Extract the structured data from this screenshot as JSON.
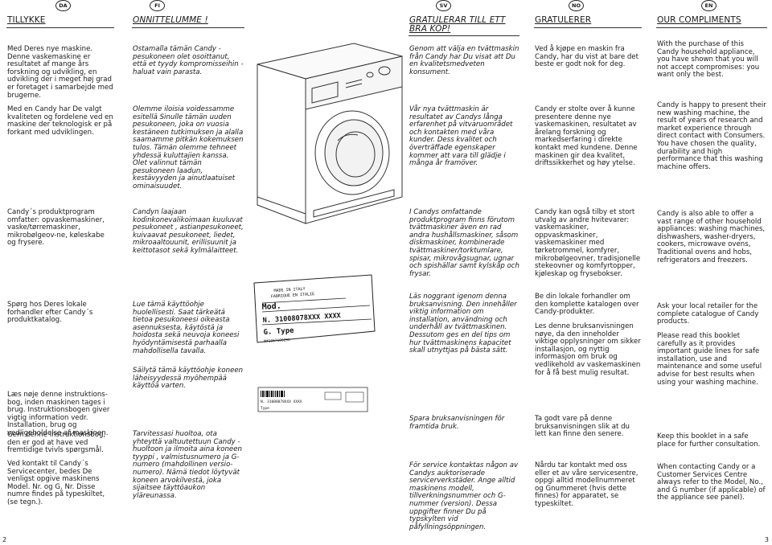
{
  "badges": {
    "da": "DA",
    "fi": "FI",
    "sv": "SV",
    "no": "NO",
    "en": "EN"
  },
  "page_numbers": {
    "left": "2",
    "right": "3"
  },
  "da": {
    "title": "TILLYKKE",
    "p1": "Med Deres nye maskine. Denne vaskemaskine er resultatet af mange års forskning og udvikling, en udvikling der i meget høj grad er foretaget i samarbejde med brugerne.",
    "p2": "Med en Candy har De valgt kvaliteten og fordelene ved en maskine der teknologisk er på forkant med udviklingen.",
    "p3": "Candy´s produktprogram omfatter: opvaskemaskiner, vaske/tørremaskiner, mikrobølgeov-ne, køleskabe og frysere.",
    "p4": "Spørg hos Deres lokale forhandler efter Candy´s produktkatalog.",
    "p5": "Læs nøje denne instruktions-bog, inden maskinen tages i brug. Instruktionsbogen giver vigtig information vedr. Installation, brug og vedligeholdelse af maskinen.",
    "p6": "Gem denne instruktionsbog, den er god at have ved fremtidige tvivls spørgsmål.",
    "p7": "Ved kontakt til Candy´s Servicecenter, bedes De venligst opgive maskinens Model. Nr. og G. Nr. Disse numre findes på typeskiltet, (se tegn.)."
  },
  "fi": {
    "title": "ONNITTELUMME !",
    "p1": "Ostamalla tämän Candy - pesukoneen olet osoittanut, että et tyydy kompromisseihin - haluat vain parasta.",
    "p2": "Olemme iloisia voidessamme esitellä Sinulle tämän uuden pesukoneen, joka on vuosia kestäneen tutkimuksen ja alalla saamamme pitkän kokemuksen tulos. Tämän olemme tehneet yhdessä kuluttajien kanssa. Olet valinnut tämän pesukoneen laadun, kestävyyden ja ainutlaatuiset ominaisuudet.",
    "p3": "Candyn laajaan kodinkonevalikoimaan kuuluvat pesukoneet , astianpesukoneet, kuivaavat pesukoneet, liedet, mikroaaltouunit, erillisuunit ja keittotasot sekä kylmälaitteet.",
    "p4": "Lue tämä käyttöohje huolellisesti. Saat tärkeätä tietoa pesukoneesi oikeasta asennuksesta, käytöstä ja hoidosta sekä neuvoja koneesi hyödyntämisestä parhaalla mahdollisella tavalla.",
    "p5": "Säilytä tämä käyttöohje koneen läheisyydessä myöhempää käyttöä varten.",
    "p6": "Tarvitessasi huoltoa, ota yhteyttä valtuutettuun Candy - huoltoon ja ilmoita aina koneen tyyppi , valmistusnumero ja G- numero (mahdollinen versio-numero). Nämä tiedot löytyvät koneen arvokilvestä, joka sijaitsee täyttöaukon yläreunassa."
  },
  "sv": {
    "title": "GRATULERAR TILL ETT BRA KÖP!",
    "p1": "Genom att välja en tvättmaskin från Candy har Du visat att Du en kvalitetsmedveten konsument.",
    "p2": "Vår nya tvättmaskin är resultatet av Candys långa erfarenhet på vitvaruområdet och kontakten med våra kunder. Dess kvalitet och överträffade egenskaper kommer att vara till glädje i många år framöver.",
    "p3": "I Candys omfattande produktprogram finns förutom tvättmaskiner även en rad andra hushållsmaskiner, såsom diskmaskiner, kombinerade tvättmaskiner/torktumlare, spisar, mikrovågsugnar, ugnar och spishällar samt kylskåp och frysar.",
    "p4": "Läs noggrant igenom denna bruksanvisning. Den innehåller viktig information om installation, användning och underhåll av tvättmaskinen. Dessutom ges en del tips om hur tvättmaskinens kapacitet skall utnyttjas på bästa sätt.",
    "p5": "Spara bruksanvisningen för framtida bruk.",
    "p6": "För service kontaktas någon av Candys auktoriserade servicerverkstäder. Ange alltid maskinens modell, tillverkningsnummer och G-nummer (version). Dessa uppgifter finner Du på typskylten vid påfyllningsöppningen."
  },
  "no": {
    "title": "GRATULERER",
    "p1": "Ved å kjøpe en maskin fra Candy, har du vist at bare det beste er godt nok for deg.",
    "p2": "Candy er stolte over å kunne presentere denne nye vaskemaskinen, resultatet av årelang forskning og markedserfaring i direkte kontakt med kundene. Denne maskinen gir dea kvalitet, driftssikkerhet og høy ytelse.",
    "p3": "Candy kan også tilby et stort utvalg av andre hvitevarer: vaskemaskiner, oppvaskmaskiner, vaskemaskiner med tørketrommel, komfyrer, mikrobølgeovner, tradisjonelle stekeovner og komfyrtopper, kjøleskap og frysebokser.",
    "p4": "Be din lokale forhandler om den komplette katalogen over Candy-produkter.",
    "p5": "Les denne bruksanvisningen nøye, da den inneholder viktige opplysninger om sikker installasjon, og nyttig informasjon om bruk og vedlikehold av vaskemaskinen for å få best mulig resultat.",
    "p6": "Ta godt vare på denne bruksanvisningen slik at du lett kan finne den senere.",
    "p7": "Nårdu tar kontakt med oss eller et av våre servicesentre, oppgi alltid modellnummeret og Gnummeret (hvis dette finnes) for apparatet, se typeskiltet."
  },
  "en": {
    "title": "OUR COMPLIMENTS",
    "p1": "With the purchase of this Candy household appliance, you have shown that you will not accept compromises: you want only the best.",
    "p2": "Candy is happy to present their new washing machine, the result of years of research and market experience through direct contact with Consumers. You have chosen the quality, durability and high performance that this washing machine offers.",
    "p3": "Candy is also able to offer a vast range of other household appliances: washing machines, dishwashers, washer-dryers, cookers, microwave ovens, Traditional ovens and hobs, refrigerators and freezers.",
    "p4": "Ask your local retailer for the complete catalogue of Candy products.",
    "p5": "Please read this booklet carefully as it provides important guide lines for safe installation, use and maintenance and some useful advise for best results when using your washing machine.",
    "p6": "Keep this booklet in a safe place for further consultation.",
    "p7": "When contacting Candy or a Customer Services Centre always refer to the Model, No., and G number (if applicable) of the appliance see panel)."
  },
  "rating_plate": {
    "made_in": "MADE IN ITALY",
    "fabrique": "FABRIQUE EN ITALIE",
    "mod": "Mod.",
    "serial": "N. 31008078XXX XXXX",
    "g_type": "G.     Type",
    "barcode_code": "M#1067100296"
  },
  "small_plate": {
    "serial": "N. 31008078XXX XXXX",
    "type": "Type"
  }
}
